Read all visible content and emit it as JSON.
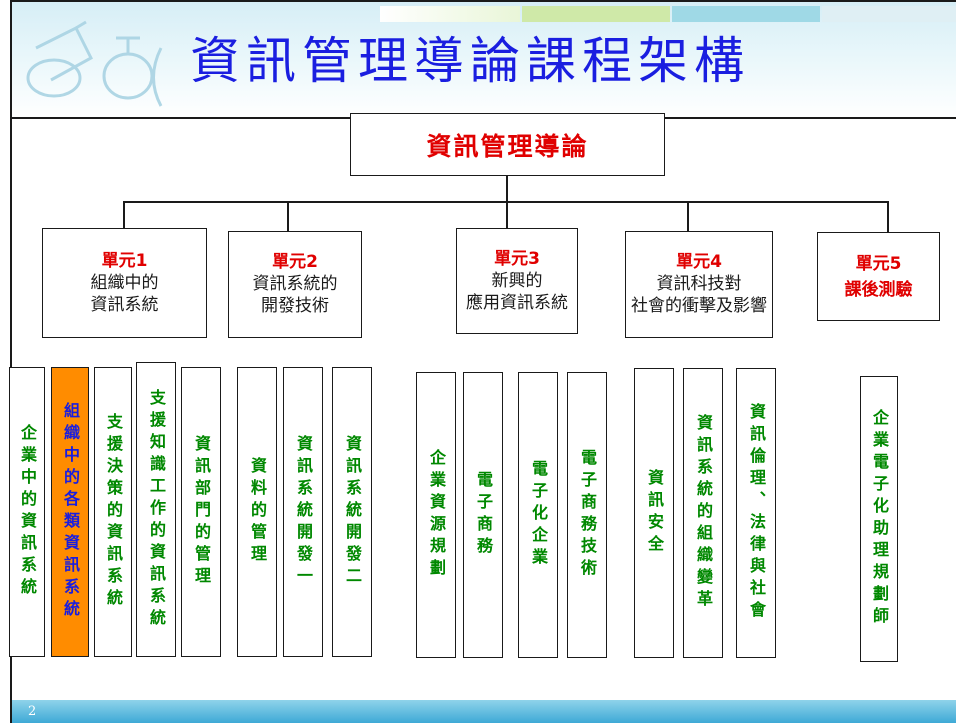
{
  "slide": {
    "title": "資訊管理導論課程架構",
    "page_number": "2",
    "colors": {
      "title": "#1a1ee0",
      "unit_name": "#e00000",
      "leaf_text": "#008800",
      "highlight_fill": "#ff8c00",
      "highlight_text": "#1a1ee0"
    }
  },
  "root": {
    "label": "資訊管理導論"
  },
  "units": [
    {
      "name": "單元1",
      "desc": "組織中的\n資訊系統"
    },
    {
      "name": "單元2",
      "desc": "資訊系統的\n開發技術"
    },
    {
      "name": "單元3",
      "desc": "新興的\n應用資訊系統"
    },
    {
      "name": "單元4",
      "desc": "資訊科技對\n社會的衝擊及影響"
    },
    {
      "name": "單元5\n課後測驗",
      "desc": ""
    }
  ],
  "topics": [
    {
      "label": "企業中的資訊系統",
      "unit": 1,
      "highlighted": false
    },
    {
      "label": "組織中的各類資訊系統",
      "unit": 1,
      "highlighted": true
    },
    {
      "label": "支援決策的資訊系統",
      "unit": 1,
      "highlighted": false
    },
    {
      "label": "支援知識工作的資訊系統",
      "unit": 1,
      "highlighted": false
    },
    {
      "label": "資訊部門的管理",
      "unit": 1,
      "highlighted": false
    },
    {
      "label": "資料的管理",
      "unit": 2,
      "highlighted": false
    },
    {
      "label": "資訊系統開發一",
      "unit": 2,
      "highlighted": false
    },
    {
      "label": "資訊系統開發二",
      "unit": 2,
      "highlighted": false
    },
    {
      "label": "企業資源規劃",
      "unit": 3,
      "highlighted": false
    },
    {
      "label": "電子商務",
      "unit": 3,
      "highlighted": false
    },
    {
      "label": "電子化企業",
      "unit": 3,
      "highlighted": false
    },
    {
      "label": "電子商務技術",
      "unit": 3,
      "highlighted": false
    },
    {
      "label": "資訊安全",
      "unit": 4,
      "highlighted": false
    },
    {
      "label": "資訊系統的組織變革",
      "unit": 4,
      "highlighted": false
    },
    {
      "label": "資訊倫理、法律與社會",
      "unit": 4,
      "highlighted": false
    },
    {
      "label": "企業電子化助理規劃師",
      "unit": 5,
      "highlighted": false
    }
  ]
}
